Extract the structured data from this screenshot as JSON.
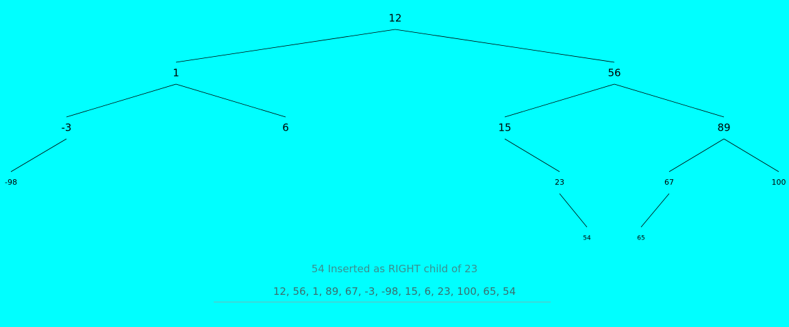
{
  "tree": {
    "nodes": [
      {
        "id": "n12",
        "label": "12",
        "parent": null
      },
      {
        "id": "n1",
        "label": "1",
        "parent": "n12"
      },
      {
        "id": "n56",
        "label": "56",
        "parent": "n12"
      },
      {
        "id": "n-3",
        "label": "-3",
        "parent": "n1"
      },
      {
        "id": "n6",
        "label": "6",
        "parent": "n1"
      },
      {
        "id": "n15",
        "label": "15",
        "parent": "n56"
      },
      {
        "id": "n89",
        "label": "89",
        "parent": "n56"
      },
      {
        "id": "n-98",
        "label": "-98",
        "parent": "n-3"
      },
      {
        "id": "n23",
        "label": "23",
        "parent": "n15"
      },
      {
        "id": "n67",
        "label": "67",
        "parent": "n89"
      },
      {
        "id": "n100",
        "label": "100",
        "parent": "n89"
      },
      {
        "id": "n54",
        "label": "54",
        "parent": "n23"
      },
      {
        "id": "n65",
        "label": "65",
        "parent": "n67"
      }
    ]
  },
  "status": "54 Inserted as RIGHT child of 23",
  "sequence": "12, 56, 1, 89, 67, -3, -98, 15, 6, 23, 100, 65, 54",
  "colors": {
    "background": "#00ffff",
    "status_text": "#3a8f8f",
    "sequence_text": "#3a6f6f"
  }
}
